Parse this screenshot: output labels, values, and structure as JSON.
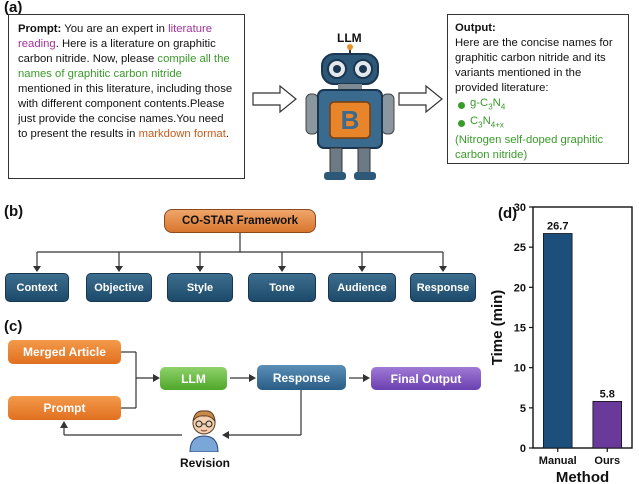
{
  "panel_a": {
    "label": "(a)",
    "prompt": {
      "head": "Prompt:",
      "t1": " You are an expert in ",
      "t2": "literature reading",
      "t3": ". Here is a literature on graphitic carbon nitride. Now, please ",
      "t4": "compile all the names of graphitic carbon nitride",
      "t5": " mentioned in this literature, including those with different component contents.Please just provide the concise names.You need to present the results in ",
      "t6": "markdown format",
      "t7": "."
    },
    "llm_label": "LLM",
    "robot_letter": "B",
    "output": {
      "head": "Output:",
      "intro": "Here are the concise names for graphitic carbon nitride and its variants mentioned in the provided literature:",
      "item1_main": "g-C",
      "item1_sub": "3",
      "item1_main2": "N",
      "item1_sub2": "4",
      "item2_main": "C",
      "item2_sub": "3",
      "item2_main2": "N",
      "item2_sub2": "4+x",
      "note": "(Nitrogen self-doped graphitic carbon nitride)"
    }
  },
  "panel_b": {
    "label": "(b)",
    "root": "CO-STAR  Framework",
    "items": [
      "Context",
      "Objective",
      "Style",
      "Tone",
      "Audience",
      "Response"
    ]
  },
  "panel_c": {
    "label": "(c)",
    "merged_article": "Merged Article",
    "prompt": "Prompt",
    "llm": "LLM",
    "response": "Response",
    "final_output": "Final Output",
    "revision": "Revision"
  },
  "panel_d": {
    "label": "(d)"
  },
  "chart_data": {
    "type": "bar",
    "categories": [
      "Manual",
      "Ours"
    ],
    "values": [
      26.7,
      5.8
    ],
    "data_labels": [
      "26.7",
      "5.8"
    ],
    "colors": [
      "#1c4f7c",
      "#6a3a9a"
    ],
    "xlabel": "Method",
    "ylabel": "Time (min)",
    "ylim": [
      0,
      30
    ],
    "yticks": [
      "0",
      "5",
      "10",
      "15",
      "20",
      "25",
      "30"
    ],
    "grid": false
  }
}
